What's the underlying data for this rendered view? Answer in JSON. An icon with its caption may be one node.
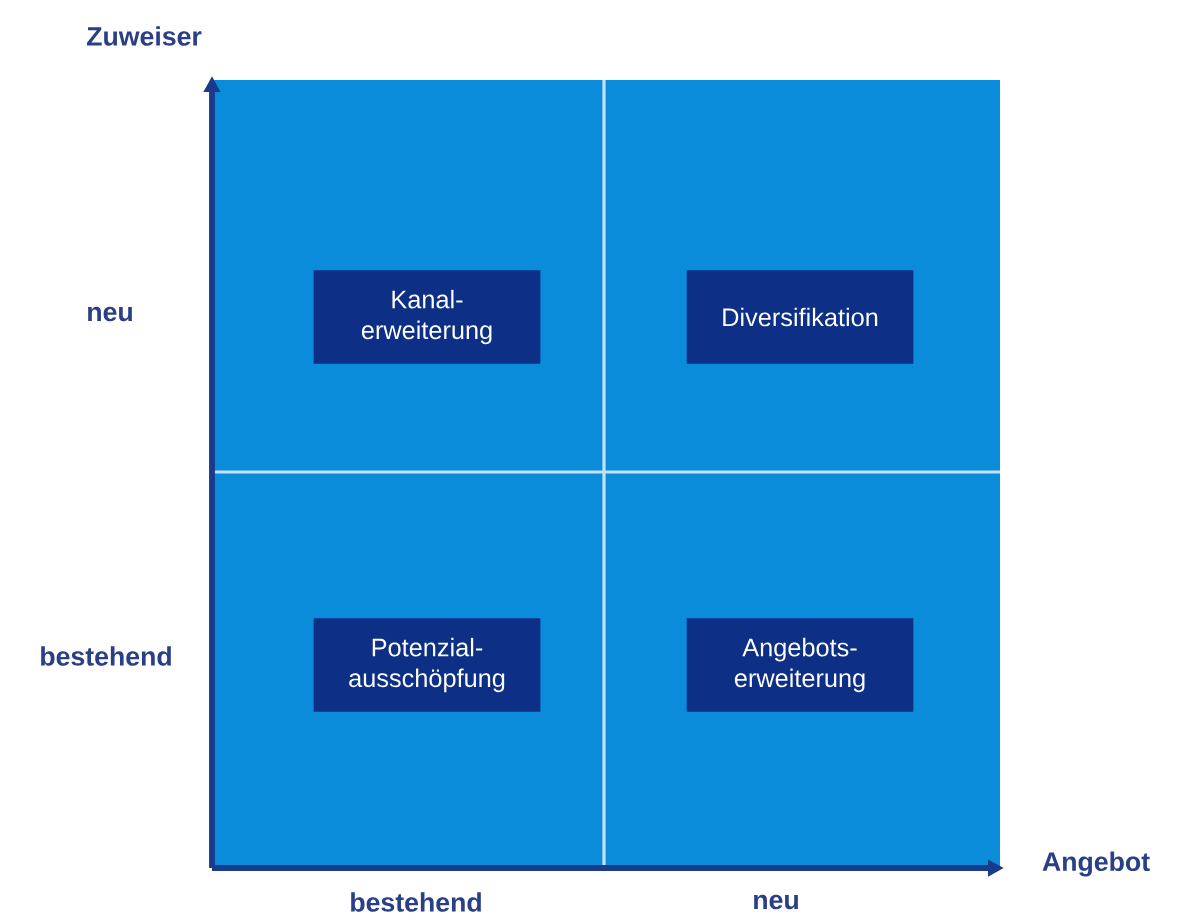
{
  "diagram": {
    "nodes": [
      {
        "text": [
          "Kanal- erweiterung"
        ]
      },
      {
        "text": [
          "Diversifikation"
        ]
      },
      {
        "text": [
          "Potenzial- ausschöpfung"
        ]
      },
      {
        "text": [
          "Angebots- erweiterung"
        ]
      }
    ],
    "labels": [
      "Zuweiser",
      "neu",
      "bestehend",
      "Angebot",
      "bestehend",
      "neu"
    ]
  }
}
